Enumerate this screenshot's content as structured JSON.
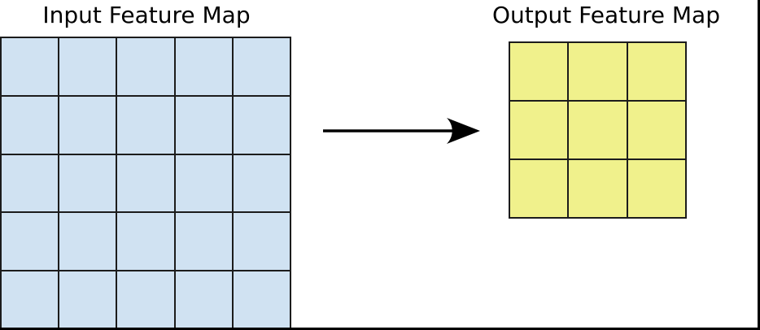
{
  "figure": {
    "input": {
      "title": "Input Feature Map",
      "rows": 5,
      "cols": 5,
      "cell_color": "#d0e2f2",
      "line_color": "#1c1c1c"
    },
    "output": {
      "title": "Output Feature Map",
      "rows": 3,
      "cols": 3,
      "cell_color": "#f0f18c",
      "line_color": "#1c1c1c"
    },
    "arrow": {
      "icon": "arrow-right-icon",
      "color": "#000000"
    }
  }
}
